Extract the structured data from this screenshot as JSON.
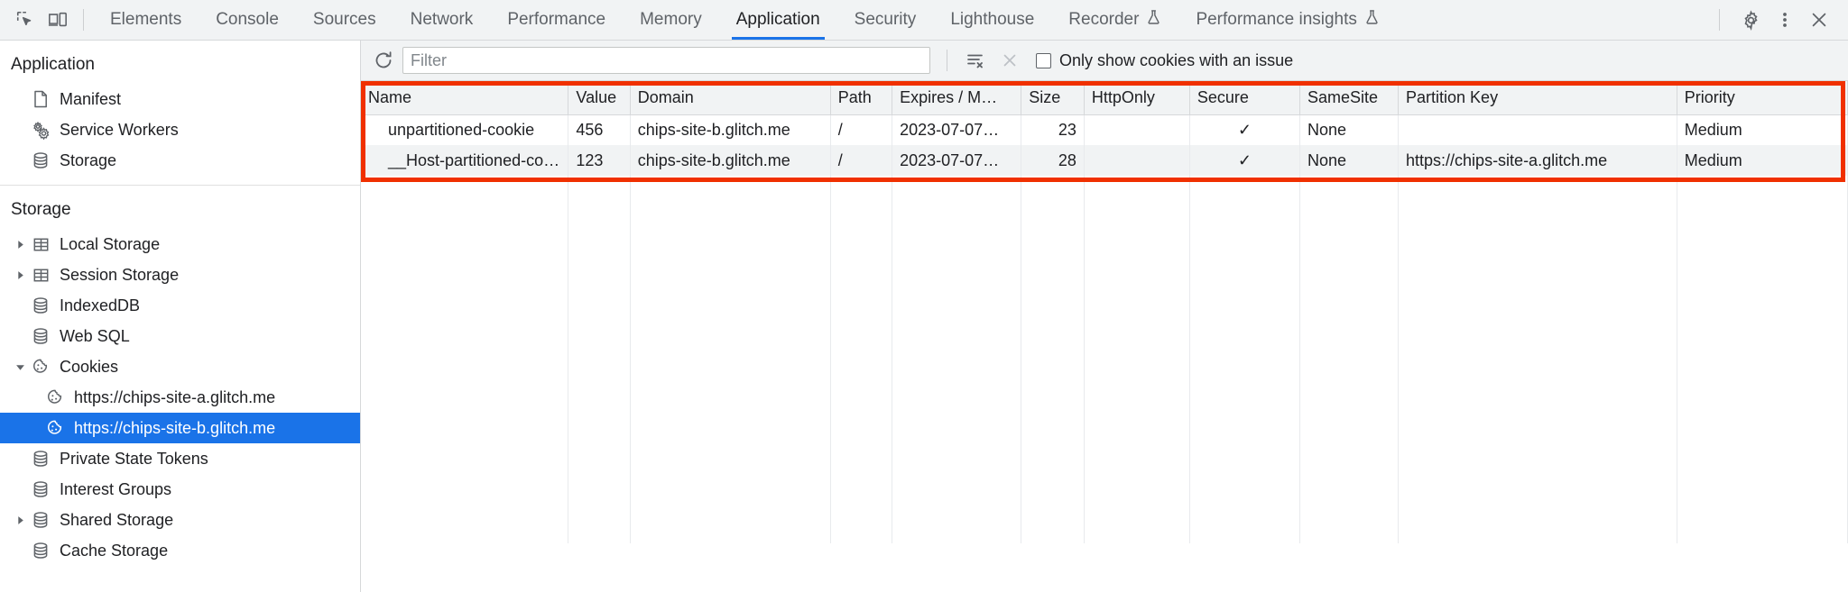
{
  "tabbar": {
    "left_icons": [
      {
        "name": "inspect-element-icon",
        "label": "Inspect element"
      },
      {
        "name": "device-toolbar-icon",
        "label": "Toggle device toolbar"
      }
    ],
    "tabs": [
      {
        "label": "Elements",
        "active": false,
        "experimental": false
      },
      {
        "label": "Console",
        "active": false,
        "experimental": false
      },
      {
        "label": "Sources",
        "active": false,
        "experimental": false
      },
      {
        "label": "Network",
        "active": false,
        "experimental": false
      },
      {
        "label": "Performance",
        "active": false,
        "experimental": false
      },
      {
        "label": "Memory",
        "active": false,
        "experimental": false
      },
      {
        "label": "Application",
        "active": true,
        "experimental": false
      },
      {
        "label": "Security",
        "active": false,
        "experimental": false
      },
      {
        "label": "Lighthouse",
        "active": false,
        "experimental": false
      },
      {
        "label": "Recorder",
        "active": false,
        "experimental": true
      },
      {
        "label": "Performance insights",
        "active": false,
        "experimental": true
      }
    ],
    "right_icons": [
      {
        "name": "gear-icon",
        "label": "Settings"
      },
      {
        "name": "more-options-icon",
        "label": "Customize and control DevTools"
      },
      {
        "name": "close-icon",
        "label": "Close DevTools"
      }
    ],
    "active_tab_accent": "#1a73e8"
  },
  "sidebar": {
    "application_section": {
      "title": "Application",
      "items": [
        {
          "label": "Manifest",
          "icon": "document-icon",
          "arrow": false,
          "selected": false
        },
        {
          "label": "Service Workers",
          "icon": "gears-icon",
          "arrow": false,
          "selected": false
        },
        {
          "label": "Storage",
          "icon": "database-icon",
          "arrow": false,
          "selected": false
        }
      ]
    },
    "storage_section": {
      "title": "Storage",
      "items": [
        {
          "label": "Local Storage",
          "icon": "table-icon",
          "arrow": "collapsed",
          "indent": 1,
          "selected": false
        },
        {
          "label": "Session Storage",
          "icon": "table-icon",
          "arrow": "collapsed",
          "indent": 1,
          "selected": false
        },
        {
          "label": "IndexedDB",
          "icon": "database-icon",
          "arrow": false,
          "indent": 1,
          "selected": false
        },
        {
          "label": "Web SQL",
          "icon": "database-icon",
          "arrow": false,
          "indent": 1,
          "selected": false
        },
        {
          "label": "Cookies",
          "icon": "cookie-icon",
          "arrow": "expanded",
          "indent": 1,
          "selected": false
        },
        {
          "label": "https://chips-site-a.glitch.me",
          "icon": "cookie-icon",
          "arrow": false,
          "indent": 2,
          "selected": false
        },
        {
          "label": "https://chips-site-b.glitch.me",
          "icon": "cookie-icon",
          "arrow": false,
          "indent": 2,
          "selected": true
        },
        {
          "label": "Private State Tokens",
          "icon": "database-icon",
          "arrow": false,
          "indent": 1,
          "selected": false
        },
        {
          "label": "Interest Groups",
          "icon": "database-icon",
          "arrow": false,
          "indent": 1,
          "selected": false
        },
        {
          "label": "Shared Storage",
          "icon": "database-icon",
          "arrow": "collapsed",
          "indent": 1,
          "selected": false
        },
        {
          "label": "Cache Storage",
          "icon": "database-icon",
          "arrow": false,
          "indent": 1,
          "selected": false
        }
      ]
    },
    "selection_color": "#1a73e8"
  },
  "toolbar": {
    "refresh_icon": "refresh-icon",
    "filter_placeholder": "Filter",
    "filter_value": "",
    "clear_filter_icon": "clear-filters-icon",
    "clear_all_icon": "clear-all-icon",
    "issue_checkbox_label": "Only show cookies with an issue",
    "issue_checkbox_checked": false
  },
  "cookies_table": {
    "columns": [
      {
        "key": "name",
        "label": "Name"
      },
      {
        "key": "value",
        "label": "Value"
      },
      {
        "key": "domain",
        "label": "Domain"
      },
      {
        "key": "path",
        "label": "Path"
      },
      {
        "key": "expires",
        "label": "Expires / M…"
      },
      {
        "key": "size",
        "label": "Size"
      },
      {
        "key": "httponly",
        "label": "HttpOnly"
      },
      {
        "key": "secure",
        "label": "Secure"
      },
      {
        "key": "samesite",
        "label": "SameSite"
      },
      {
        "key": "partitionkey",
        "label": "Partition Key"
      },
      {
        "key": "priority",
        "label": "Priority"
      }
    ],
    "rows": [
      {
        "name": "unpartitioned-cookie",
        "value": "456",
        "domain": "chips-site-b.glitch.me",
        "path": "/",
        "expires": "2023-07-07…",
        "size": "23",
        "httponly": "",
        "secure": "✓",
        "samesite": "None",
        "partitionkey": "",
        "priority": "Medium"
      },
      {
        "name": "__Host-partitioned-cookie",
        "value": "123",
        "domain": "chips-site-b.glitch.me",
        "path": "/",
        "expires": "2023-07-07…",
        "size": "28",
        "httponly": "",
        "secure": "✓",
        "samesite": "None",
        "partitionkey": "https://chips-site-a.glitch.me",
        "priority": "Medium"
      }
    ],
    "highlight_color": "#f03000"
  }
}
